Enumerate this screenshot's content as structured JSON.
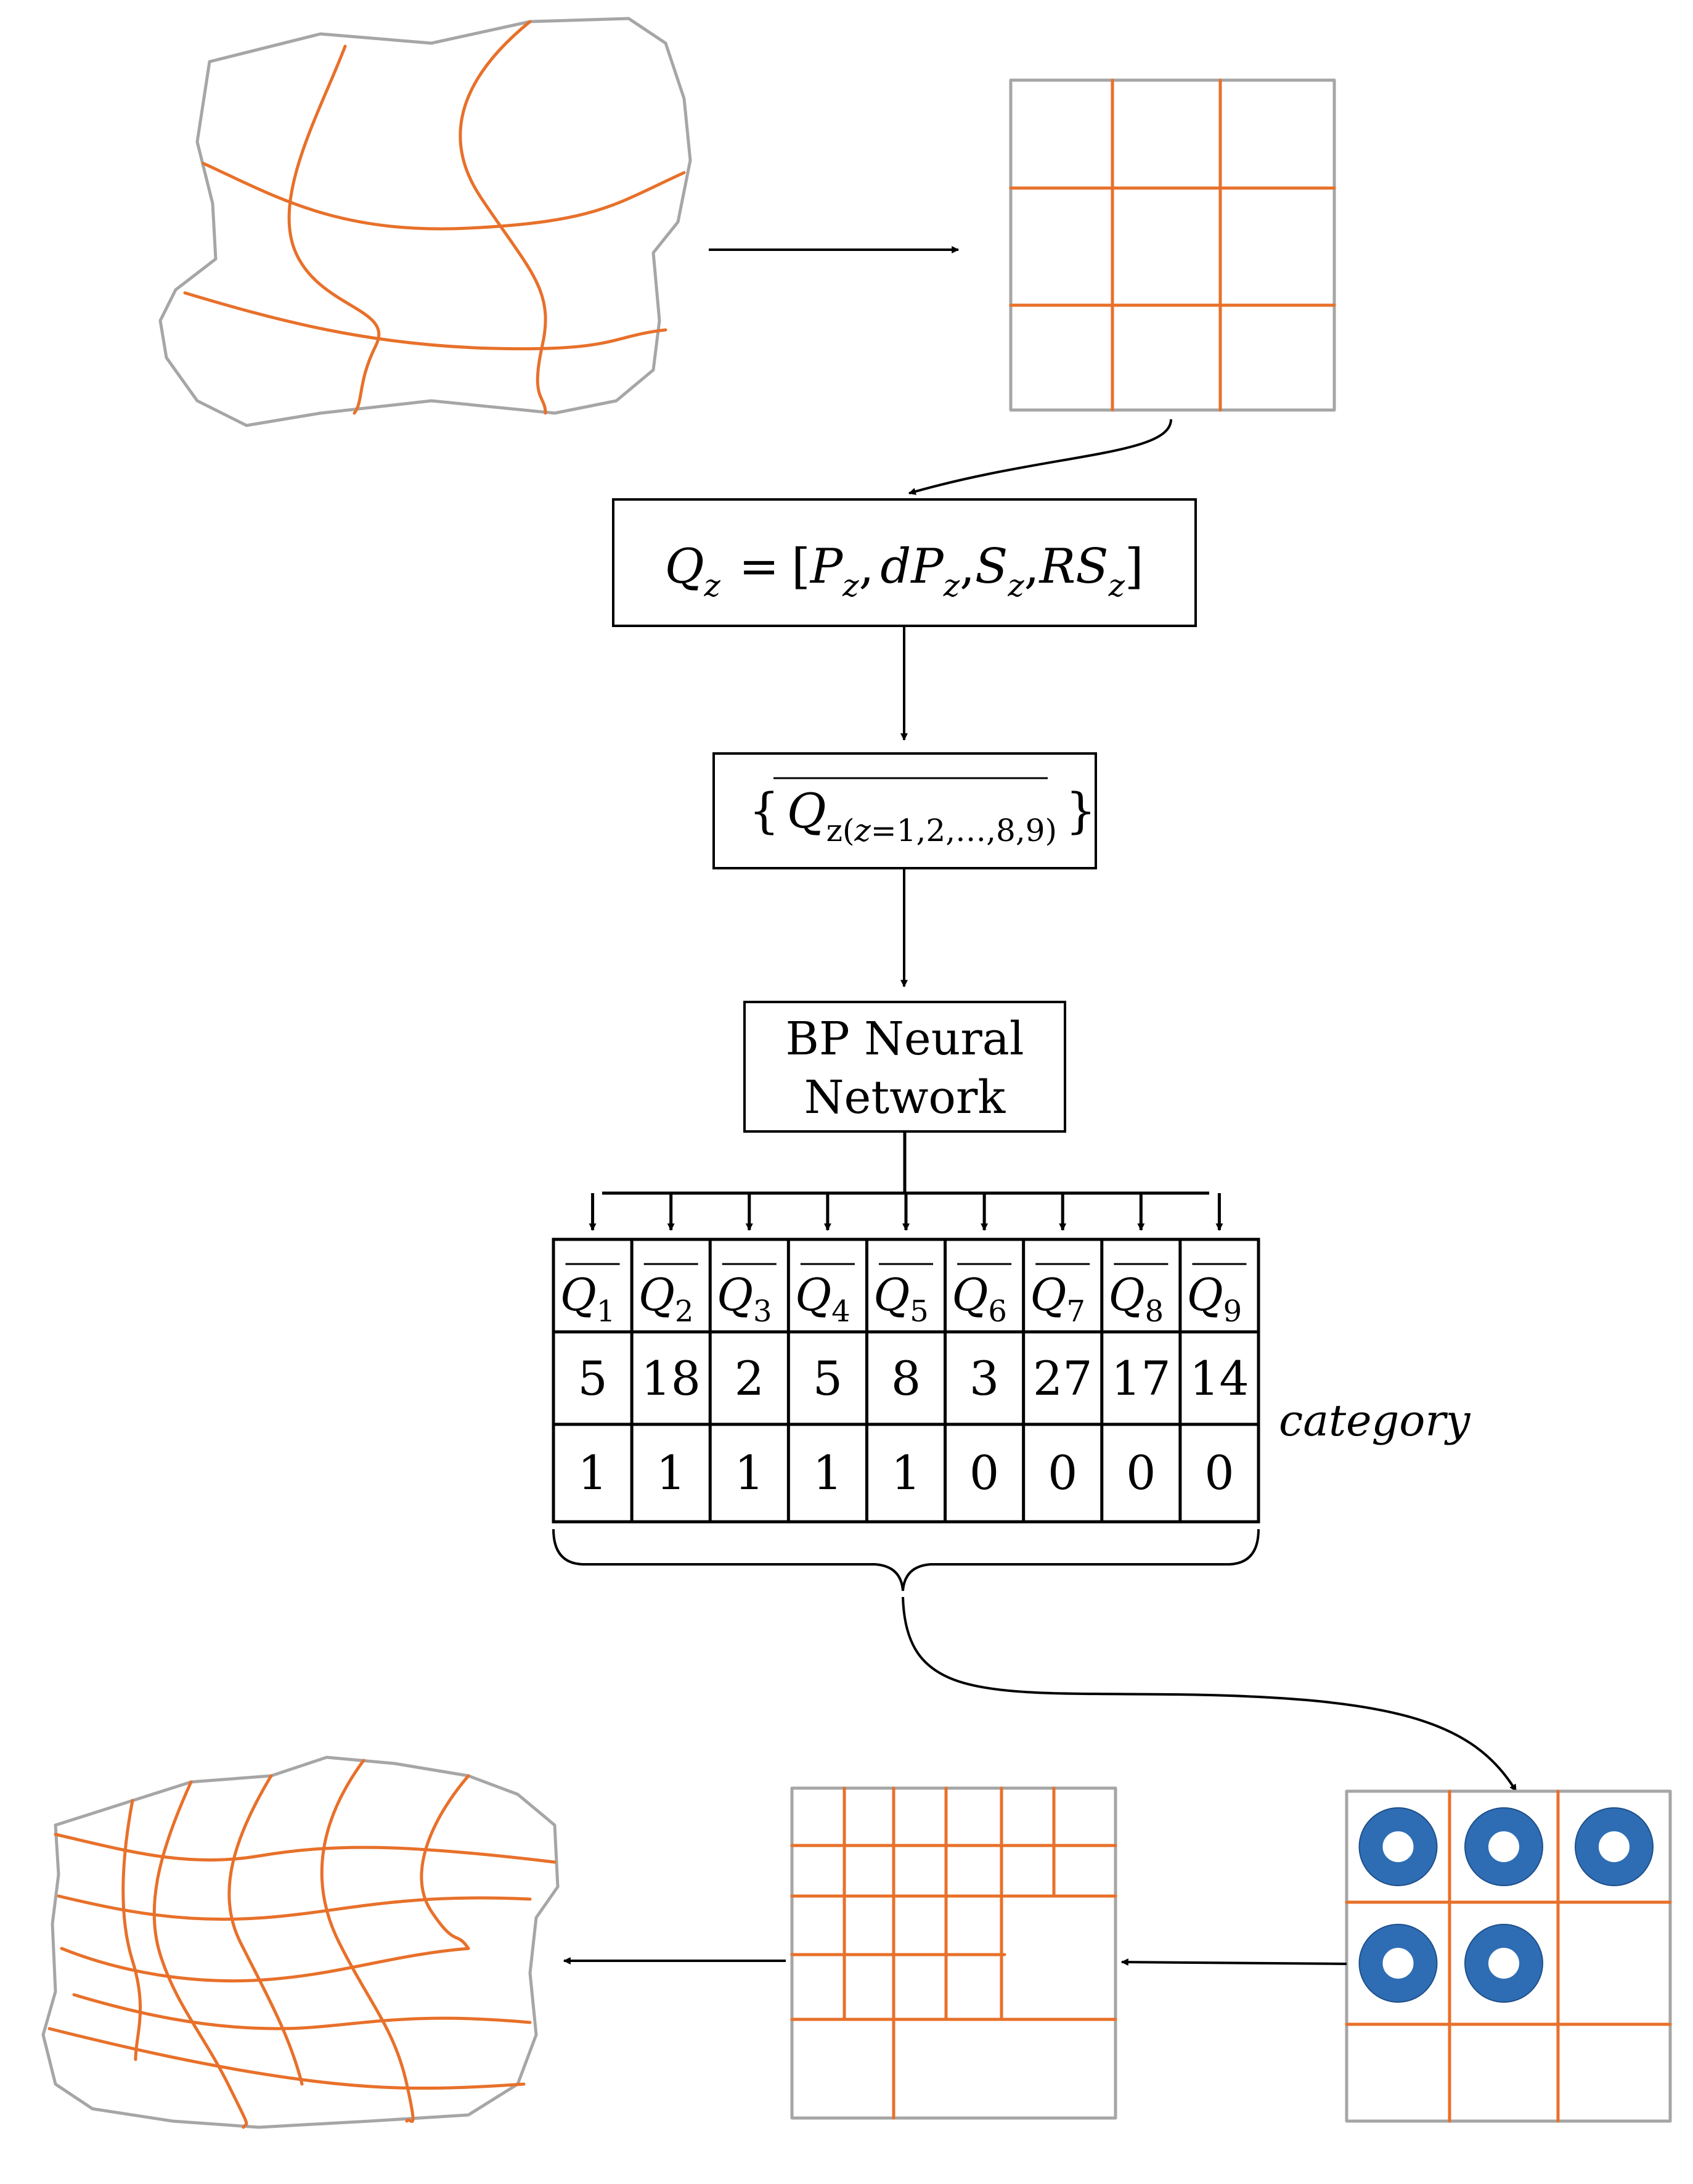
{
  "colors": {
    "grid_line": "#E8702A",
    "outline": "#A6A6A6",
    "ink": "#000000",
    "marker": "#2E6DB4"
  },
  "formula_box": {
    "lhs_base": "Q",
    "lhs_sub": "z",
    "equals": "=",
    "open_bracket": "[",
    "t1_base": "P",
    "t1_sub": "z",
    "comma1": ",",
    "t2_base": "dP",
    "t2_sub": "z",
    "comma2": ",",
    "t3_base": "S",
    "t3_sub": "z",
    "comma3": ",",
    "t4_base": "RS",
    "t4_sub": "z",
    "close_bracket": "]"
  },
  "set_box": {
    "open_brace": "{",
    "base": "Q",
    "sub_z": "z",
    "sub_paren_open": "(",
    "sub_var": "z",
    "sub_equals": "=",
    "sub_values": "1,2,…,8,9",
    "sub_paren_close": ")",
    "close_brace": "}"
  },
  "network_box": {
    "line1": "BP Neural",
    "line2": "Network"
  },
  "table": {
    "header_base": "Q",
    "header_subs": [
      "1",
      "2",
      "3",
      "4",
      "5",
      "6",
      "7",
      "8",
      "9"
    ],
    "values": [
      "5",
      "18",
      "2",
      "5",
      "8",
      "3",
      "27",
      "17",
      "14"
    ],
    "categories": [
      "1",
      "1",
      "1",
      "1",
      "1",
      "0",
      "0",
      "0",
      "0"
    ],
    "row_label": "category"
  },
  "marker_grid": {
    "cells": [
      1,
      1,
      1,
      1,
      1,
      0,
      0,
      0,
      0
    ],
    "icon": "ring-icon"
  }
}
